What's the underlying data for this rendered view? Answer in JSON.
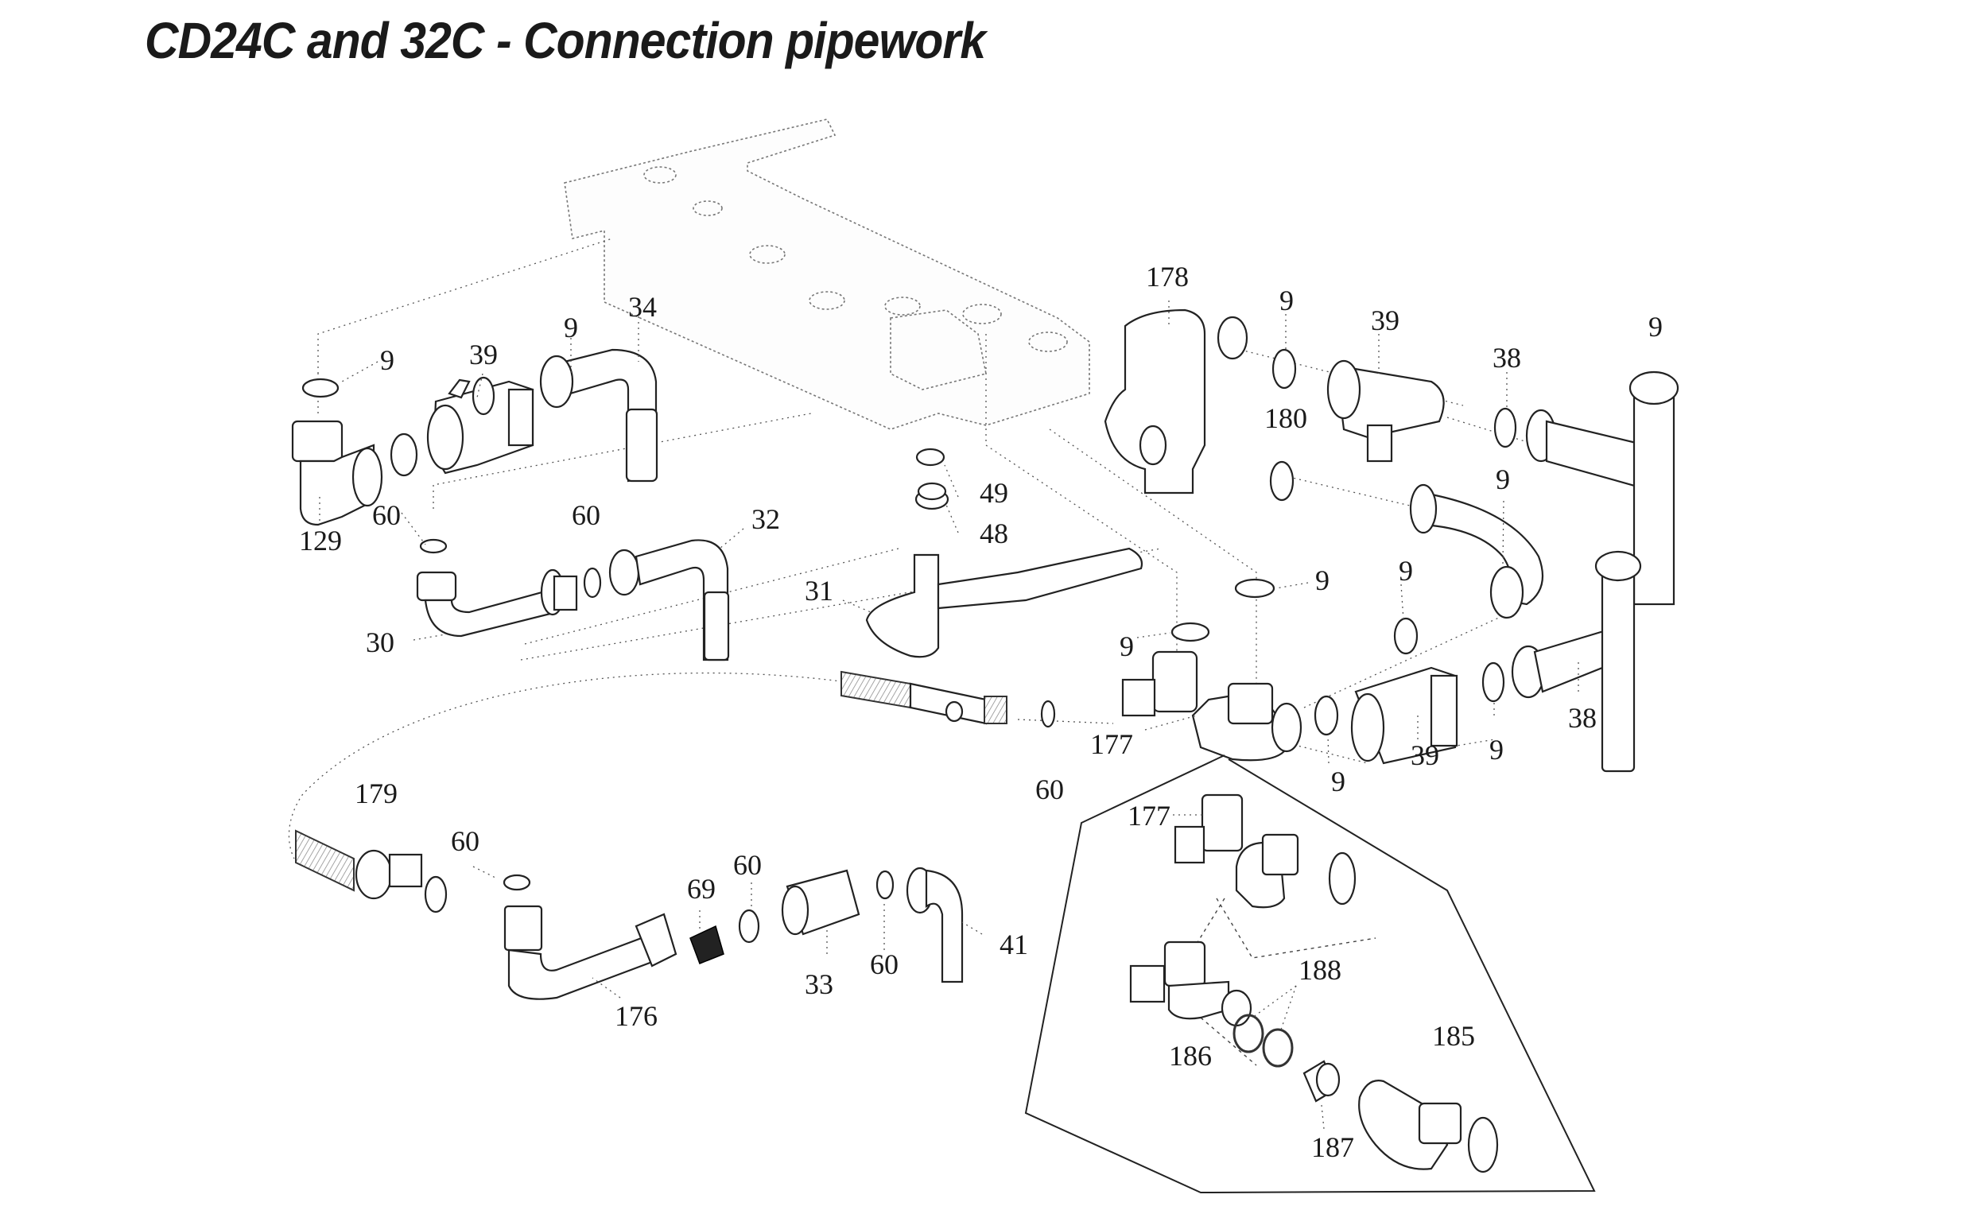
{
  "title": "CD24C and 32C - Connection pipework",
  "callouts": [
    {
      "id": "c-9-a",
      "label": "9",
      "part": "washer"
    },
    {
      "id": "c-39-a",
      "label": "39",
      "part": "valve"
    },
    {
      "id": "c-9-b",
      "label": "9",
      "part": "washer"
    },
    {
      "id": "c-34",
      "label": "34",
      "part": "elbow-pipe"
    },
    {
      "id": "c-129",
      "label": "129",
      "part": "elbow-fitting"
    },
    {
      "id": "c-60-a",
      "label": "60",
      "part": "washer"
    },
    {
      "id": "c-60-b",
      "label": "60",
      "part": "washer"
    },
    {
      "id": "c-32",
      "label": "32",
      "part": "elbow-pipe"
    },
    {
      "id": "c-30",
      "label": "30",
      "part": "elbow-pipe"
    },
    {
      "id": "c-49",
      "label": "49",
      "part": "cap"
    },
    {
      "id": "c-48",
      "label": "48",
      "part": "nut"
    },
    {
      "id": "c-31",
      "label": "31",
      "part": "bent-pipe"
    },
    {
      "id": "c-178",
      "label": "178",
      "part": "filter-body"
    },
    {
      "id": "c-9-c",
      "label": "9",
      "part": "washer"
    },
    {
      "id": "c-39-b",
      "label": "39",
      "part": "valve"
    },
    {
      "id": "c-9-d",
      "label": "9",
      "part": "washer"
    },
    {
      "id": "c-38-a",
      "label": "38",
      "part": "tee-pipe"
    },
    {
      "id": "c-9-e",
      "label": "9",
      "part": "washer"
    },
    {
      "id": "c-180",
      "label": "180",
      "part": "curved-pipe"
    },
    {
      "id": "c-9-f",
      "label": "9",
      "part": "washer"
    },
    {
      "id": "c-9-g",
      "label": "9",
      "part": "washer"
    },
    {
      "id": "c-9-h",
      "label": "9",
      "part": "washer"
    },
    {
      "id": "c-177-a",
      "label": "177",
      "part": "manifold"
    },
    {
      "id": "c-9-i",
      "label": "9",
      "part": "washer"
    },
    {
      "id": "c-39-c",
      "label": "39",
      "part": "valve"
    },
    {
      "id": "c-9-j",
      "label": "9",
      "part": "washer"
    },
    {
      "id": "c-38-b",
      "label": "38",
      "part": "tee-pipe"
    },
    {
      "id": "c-60-c",
      "label": "60",
      "part": "washer"
    },
    {
      "id": "c-179",
      "label": "179",
      "part": "flexible-hose"
    },
    {
      "id": "c-60-d",
      "label": "60",
      "part": "washer"
    },
    {
      "id": "c-69",
      "label": "69",
      "part": "filter-screen"
    },
    {
      "id": "c-60-e",
      "label": "60",
      "part": "washer"
    },
    {
      "id": "c-33",
      "label": "33",
      "part": "connector"
    },
    {
      "id": "c-60-f",
      "label": "60",
      "part": "washer"
    },
    {
      "id": "c-41",
      "label": "41",
      "part": "elbow-pipe"
    },
    {
      "id": "c-176",
      "label": "176",
      "part": "elbow-pipe"
    },
    {
      "id": "c-177-b",
      "label": "177",
      "part": "manifold"
    },
    {
      "id": "c-188",
      "label": "188",
      "part": "o-rings"
    },
    {
      "id": "c-186",
      "label": "186",
      "part": "valve-body"
    },
    {
      "id": "c-185",
      "label": "185",
      "part": "elbow-body"
    },
    {
      "id": "c-187",
      "label": "187",
      "part": "cartridge"
    }
  ]
}
